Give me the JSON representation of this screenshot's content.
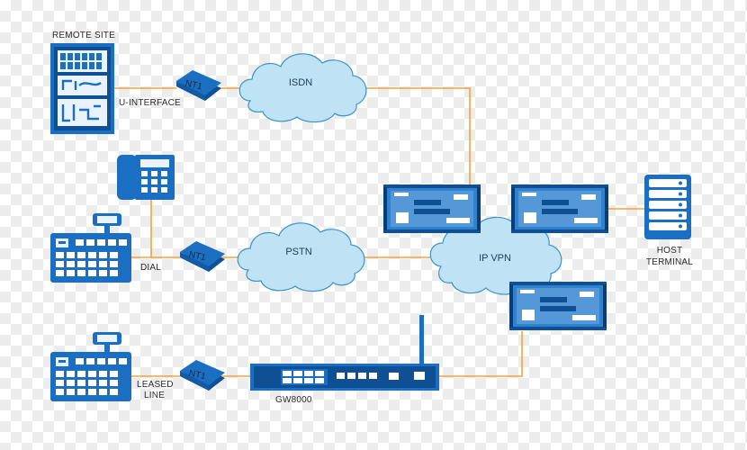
{
  "labels": {
    "remote_site": "REMOTE SITE",
    "u_interface": "U-INTERFACE",
    "dial": "DIAL",
    "leased_line_1": "LEASED",
    "leased_line_2": "LINE",
    "gw8000": "GW8000",
    "host_terminal_1": "HOST",
    "host_terminal_2": "TERMINAL"
  },
  "clouds": {
    "isdn": "ISDN",
    "pstn": "PSTN",
    "ip_vpn": "IP VPN"
  },
  "nt_devices": {
    "top": "NT1",
    "middle": "NT1",
    "bottom": "NT1"
  },
  "colors": {
    "device_blue": "#1b6fc2",
    "device_dark": "#0f4f93",
    "cloud_fill": "#bfe2f5",
    "wire_orange": "#f5a23b"
  }
}
